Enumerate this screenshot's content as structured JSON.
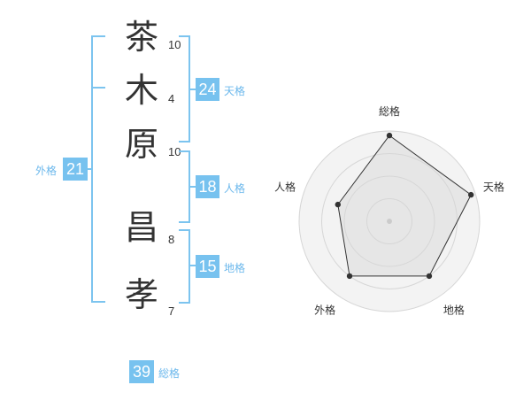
{
  "name_chars": [
    {
      "char": "茶",
      "strokes": "10"
    },
    {
      "char": "木",
      "strokes": "4"
    },
    {
      "char": "原",
      "strokes": "10"
    },
    {
      "char": "昌",
      "strokes": "8"
    },
    {
      "char": "孝",
      "strokes": "7"
    }
  ],
  "fortune": {
    "tenkaku": {
      "value": "24",
      "label": "天格"
    },
    "jinkaku": {
      "value": "18",
      "label": "人格"
    },
    "chikaku": {
      "value": "15",
      "label": "地格"
    },
    "gaikaku": {
      "value": "21",
      "label": "外格"
    },
    "soukaku": {
      "value": "39",
      "label": "総格"
    }
  },
  "accent_color": "#77c2ef",
  "chart_data": {
    "type": "radar",
    "axes": [
      "総格",
      "天格",
      "地格",
      "外格",
      "人格"
    ],
    "values": [
      0.95,
      0.95,
      0.75,
      0.75,
      0.6
    ],
    "rings": 4,
    "max": 1,
    "grid": true
  }
}
